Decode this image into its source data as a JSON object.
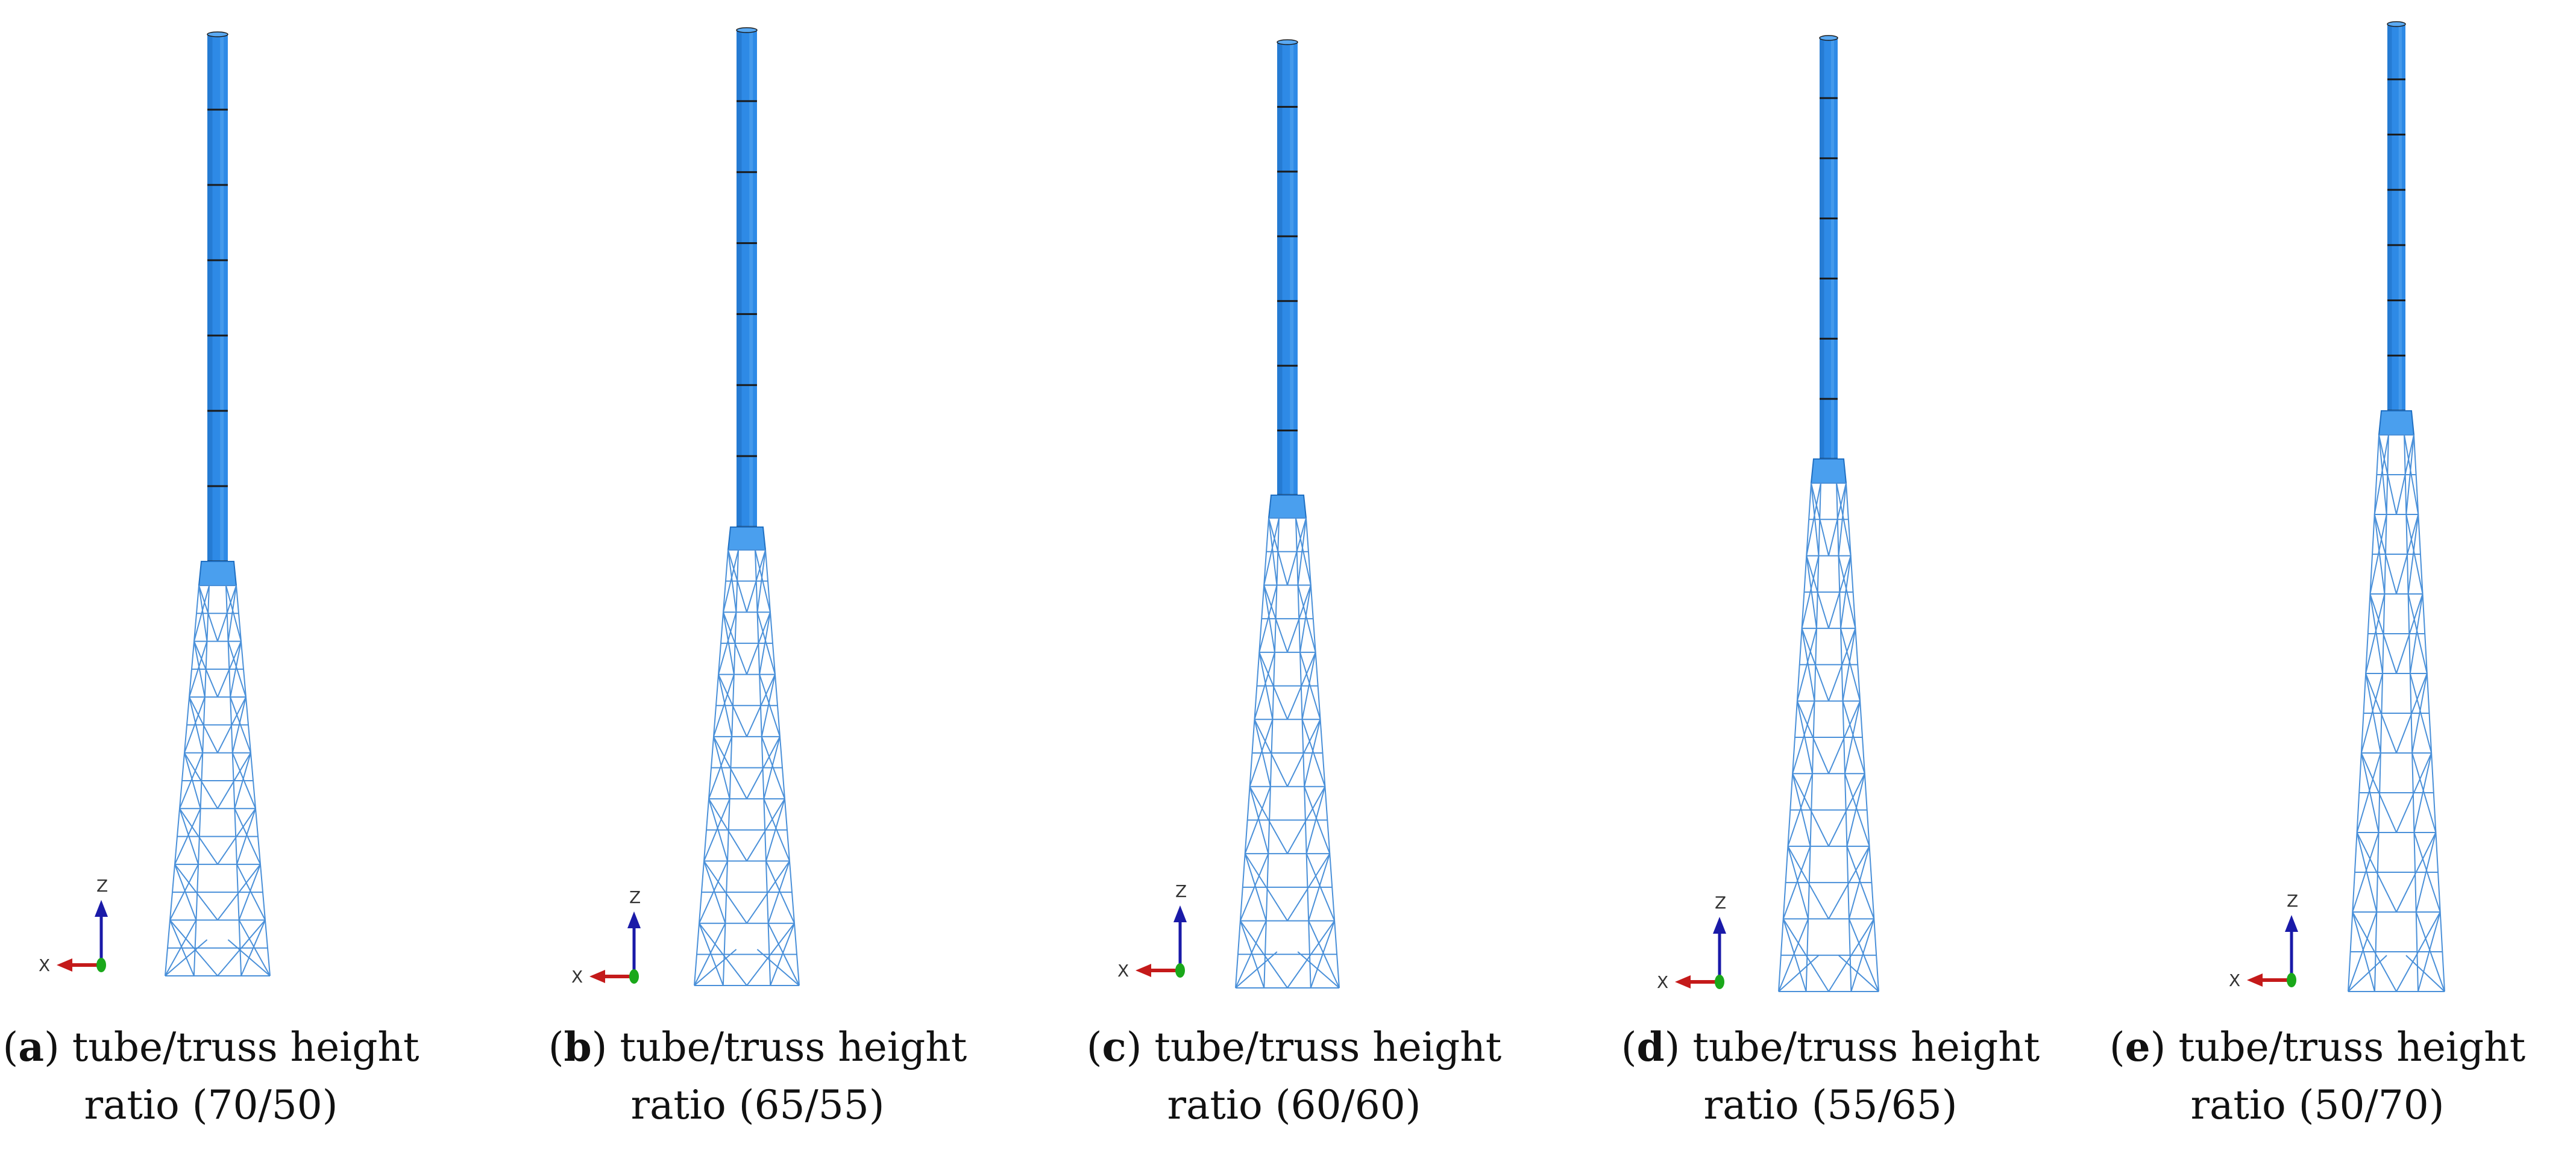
{
  "panels": [
    {
      "letter": "a",
      "caption_line1": "tube/truss height",
      "caption_line2": "ratio (70/50)"
    },
    {
      "letter": "b",
      "caption_line1": "tube/truss height",
      "caption_line2": "ratio (65/55)"
    },
    {
      "letter": "c",
      "caption_line1": "tube/truss height",
      "caption_line2": "ratio (60/60)"
    },
    {
      "letter": "d",
      "caption_line1": "tube/truss height",
      "caption_line2": "ratio (55/65)"
    },
    {
      "letter": "e",
      "caption_line1": "tube/truss height",
      "caption_line2": "ratio (50/70)"
    }
  ],
  "axis_triad": {
    "vertical_label": "Z",
    "horizontal_label": "X"
  },
  "colors": {
    "tube": "#2e8ae6",
    "tube_dark": "#1f6fc2",
    "tube_highlight": "#5aa9f2",
    "joint_ring": "#1a1a1a",
    "transition": "#4a9fee",
    "truss": "#4a90d9",
    "axis_z": "#1a1aa8",
    "axis_x": "#c41a1a",
    "axis_origin": "#1aa81a"
  }
}
